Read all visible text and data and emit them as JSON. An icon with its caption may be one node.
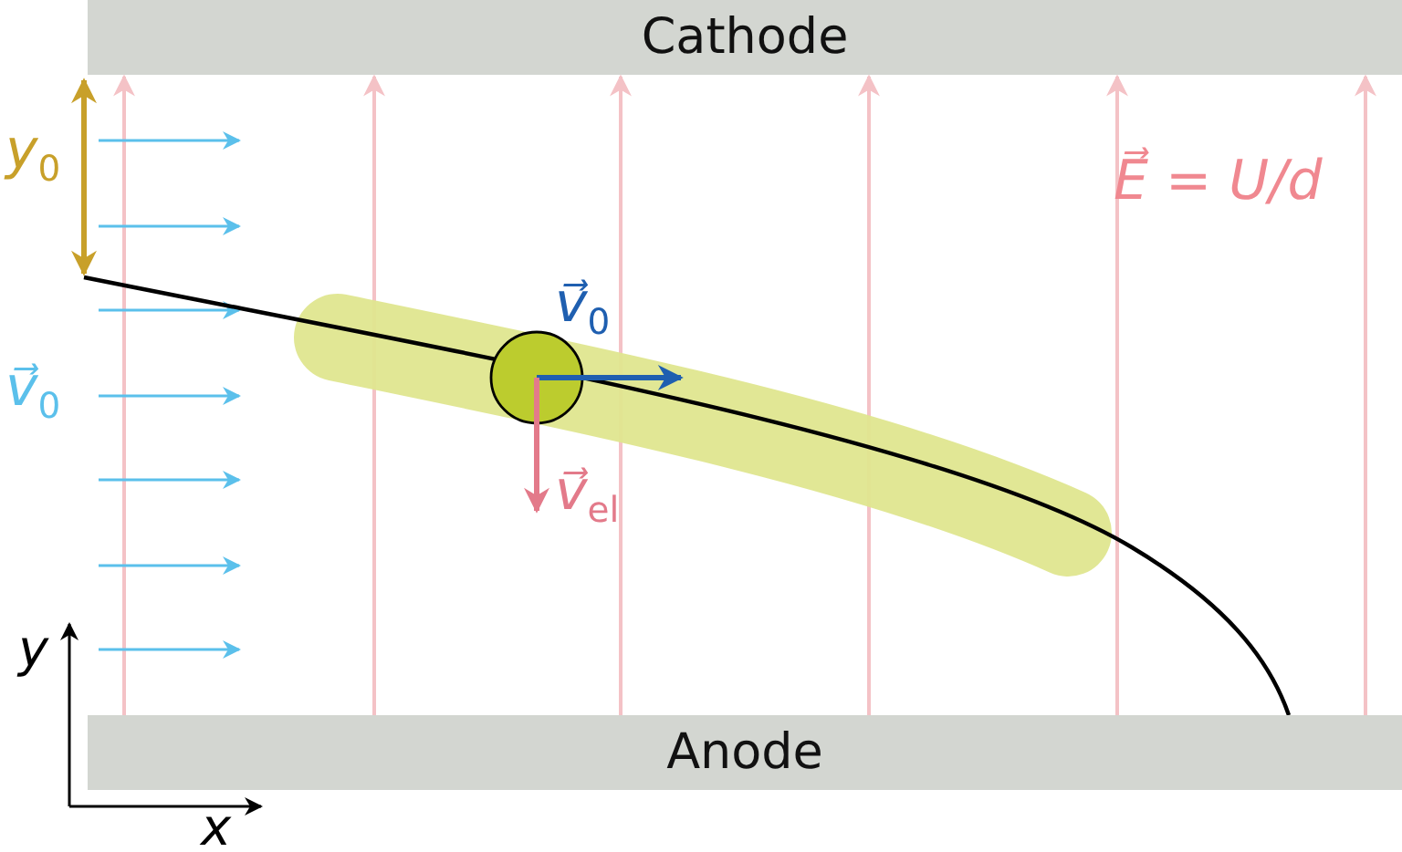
{
  "diagram": {
    "nodes": [
      {
        "text": [
          "Cathode"
        ]
      },
      {
        "text": [
          "Anode"
        ]
      }
    ],
    "edges": [
      {
        "from": 1,
        "to": 0,
        "arrow": "to"
      },
      {
        "from": 1,
        "to": 0,
        "arrow": "to"
      },
      {
        "from": 1,
        "to": 0,
        "arrow": "to"
      },
      {
        "from": 1,
        "to": 0,
        "arrow": "to"
      },
      {
        "from": 1,
        "to": 0,
        "arrow": "to"
      },
      {
        "from": 1,
        "to": 0,
        "arrow": "to"
      }
    ],
    "labels": [
      "y$_{0}$",
      "E⃗ = U/d",
      "v⃗$_{0}$",
      "v⃗$_{0}$",
      "v⃗$_{el}$",
      "y",
      "x"
    ]
  }
}
